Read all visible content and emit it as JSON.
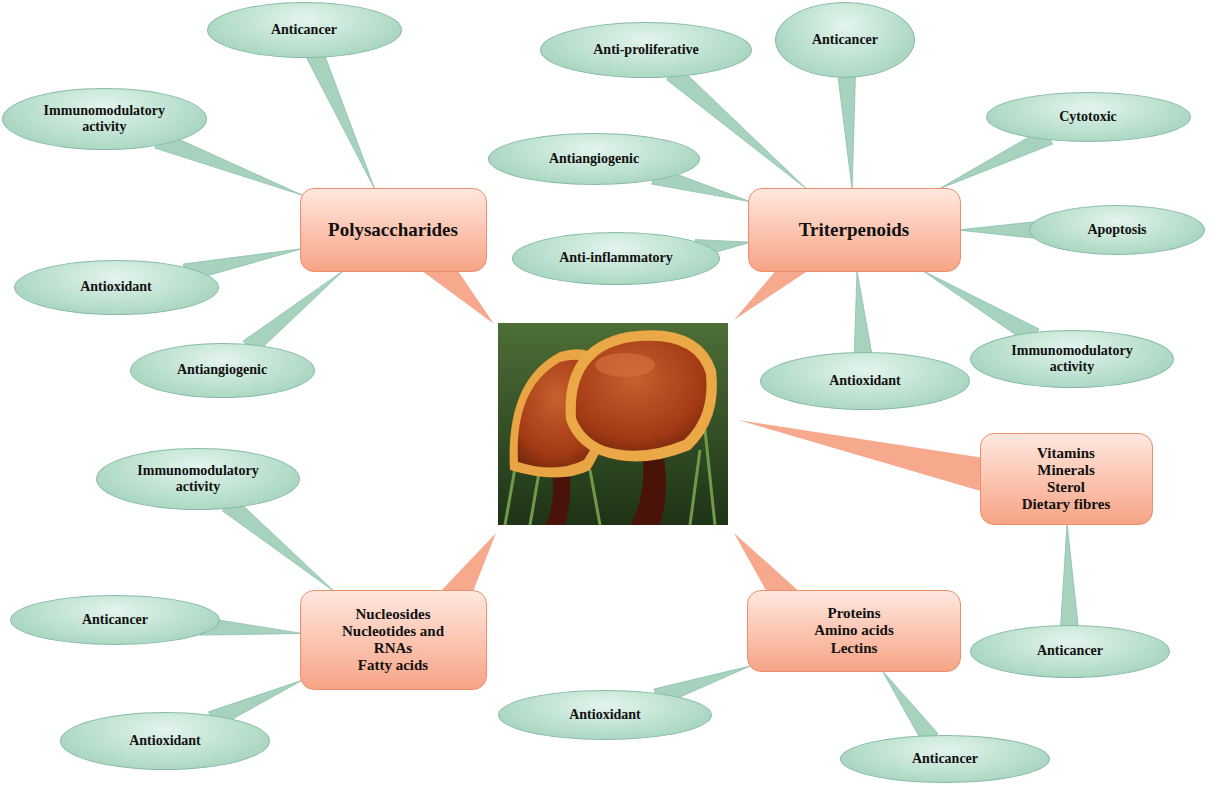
{
  "diagram": {
    "nodes": [
      {
        "text": [
          "Polysaccharides"
        ]
      },
      {
        "text": [
          "Anticancer"
        ]
      },
      {
        "text": [
          "Immunomodulatory activity"
        ]
      },
      {
        "text": [
          "Antioxidant"
        ]
      },
      {
        "text": [
          "Antiangiogenic"
        ]
      },
      {
        "text": [
          "Triterpenoids"
        ]
      },
      {
        "text": [
          "Anti-proliferative"
        ]
      },
      {
        "text": [
          "Anticancer"
        ]
      },
      {
        "text": [
          "Cytotoxic"
        ]
      },
      {
        "text": [
          "Antiangiogenic"
        ]
      },
      {
        "text": [
          "Anti-inflammatory"
        ]
      },
      {
        "text": [
          "Apoptosis"
        ]
      },
      {
        "text": [
          "Immunomodulatory activity"
        ]
      },
      {
        "text": [
          "Antioxidant"
        ]
      },
      {
        "text": [
          "Vitamins",
          "Minerals",
          "Sterol",
          "Dietary fibres"
        ]
      },
      {
        "text": [
          "Anticancer"
        ]
      },
      {
        "text": [
          "Nucleosides",
          "Nucleotides and RNAs",
          "Fatty acids"
        ]
      },
      {
        "text": [
          "Immunomodulatory activity"
        ]
      },
      {
        "text": [
          "Anticancer"
        ]
      },
      {
        "text": [
          "Antioxidant"
        ]
      },
      {
        "text": [
          "Proteins",
          "Amino acids",
          "Lectins"
        ]
      },
      {
        "text": [
          "Antioxidant"
        ]
      },
      {
        "text": [
          "Anticancer"
        ]
      }
    ],
    "edges": [
      {
        "from": 1,
        "to": 0,
        "arrow": "none"
      },
      {
        "from": 2,
        "to": 0,
        "arrow": "none"
      },
      {
        "from": 3,
        "to": 0,
        "arrow": "none"
      },
      {
        "from": 4,
        "to": 0,
        "arrow": "none"
      },
      {
        "from": 6,
        "to": 5,
        "arrow": "none"
      },
      {
        "from": 7,
        "to": 5,
        "arrow": "none"
      },
      {
        "from": 8,
        "to": 5,
        "arrow": "none"
      },
      {
        "from": 9,
        "to": 5,
        "arrow": "none"
      },
      {
        "from": 10,
        "to": 5,
        "arrow": "none"
      },
      {
        "from": 11,
        "to": 5,
        "arrow": "none"
      },
      {
        "from": 12,
        "to": 5,
        "arrow": "none"
      },
      {
        "from": 13,
        "to": 5,
        "arrow": "none"
      },
      {
        "from": 15,
        "to": 14,
        "arrow": "none"
      },
      {
        "from": 17,
        "to": 16,
        "arrow": "none"
      },
      {
        "from": 18,
        "to": 16,
        "arrow": "none"
      },
      {
        "from": 19,
        "to": 16,
        "arrow": "none"
      },
      {
        "from": 21,
        "to": 20,
        "arrow": "none"
      },
      {
        "from": 22,
        "to": 20,
        "arrow": "none"
      }
    ]
  }
}
